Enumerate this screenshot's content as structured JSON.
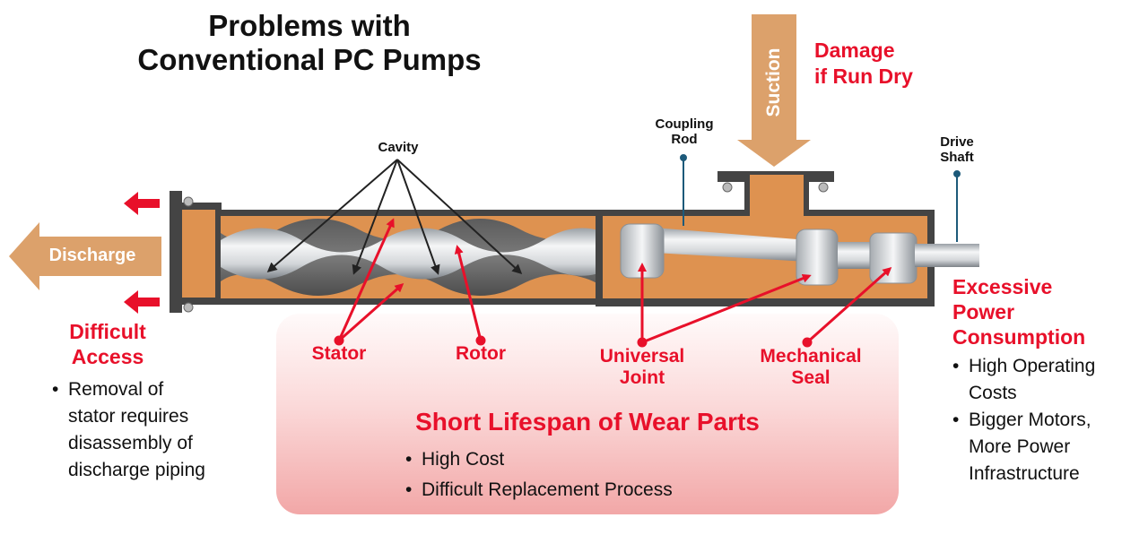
{
  "title_line1": "Problems with",
  "title_line2": "Conventional PC Pumps",
  "suction": {
    "label": "Suction",
    "problem_line1": "Damage",
    "problem_line2": "if Run Dry"
  },
  "discharge": {
    "label": "Discharge",
    "problem_line1": "Difficult",
    "problem_line2": "Access",
    "bullets": [
      [
        "Removal of",
        "stator requires",
        "disassembly of",
        "discharge piping"
      ]
    ]
  },
  "labels": {
    "cavity": "Cavity",
    "coupling_rod_line1": "Coupling",
    "coupling_rod_line2": "Rod",
    "drive_shaft_line1": "Drive",
    "drive_shaft_line2": "Shaft"
  },
  "parts": {
    "stator": "Stator",
    "rotor": "Rotor",
    "universal_joint_line1": "Universal",
    "universal_joint_line2": "Joint",
    "mechanical_seal_line1": "Mechanical",
    "mechanical_seal_line2": "Seal"
  },
  "wear": {
    "heading": "Short Lifespan of Wear Parts",
    "bullets": [
      "High Cost",
      "Difficult Replacement Process"
    ]
  },
  "power": {
    "heading_line1": "Excessive",
    "heading_line2": "Power",
    "heading_line3": "Consumption",
    "bullets": [
      [
        "High Operating",
        "Costs"
      ],
      [
        "Bigger Motors,",
        "More Power",
        "Infrastructure"
      ]
    ]
  },
  "colors": {
    "accent_red": "#e8102a",
    "pump_orange": "#de9250",
    "arrow_tan": "#dca16b",
    "casing_dark": "#444444",
    "label_line_blue": "#1d5a7a"
  }
}
